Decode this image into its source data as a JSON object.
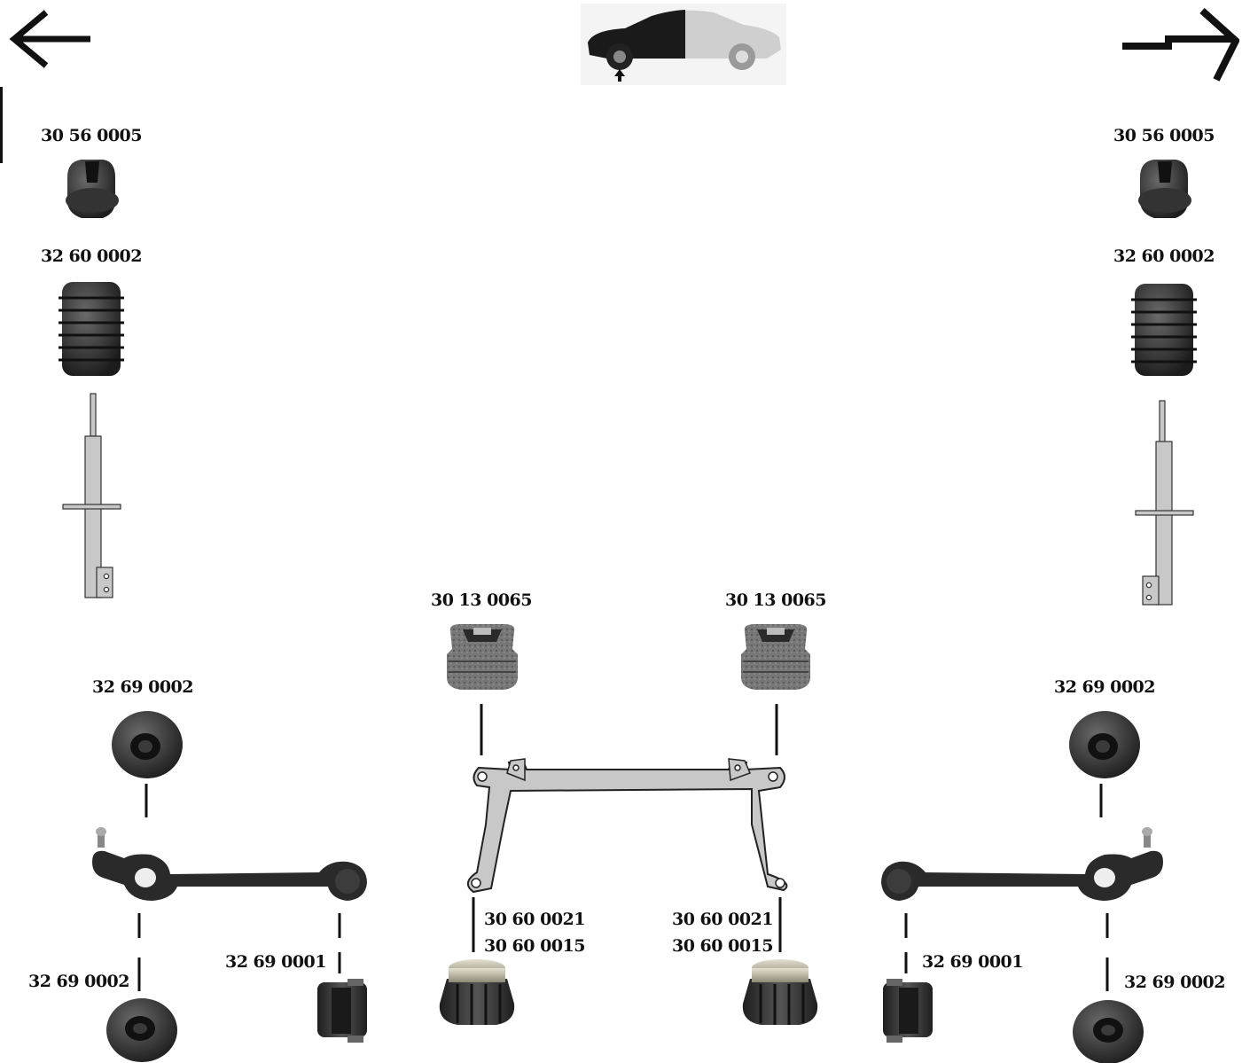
{
  "navigation": {
    "back_icon": "arrow-left-icon",
    "forward_icon": "arrow-right-icon",
    "view_icon": "car-front-axle-icon"
  },
  "parts": {
    "top_mount_left": "30 56 0005",
    "top_mount_right": "30 56 0005",
    "boot_left": "32 60 0002",
    "boot_right": "32 60 0002",
    "subframe_mount_top_left": "30 13 0065",
    "subframe_mount_top_right": "30 13 0065",
    "arm_bush_top_left": "32 69 0002",
    "arm_bush_top_right": "32 69 0002",
    "arm_bush_bottom_left": "32 69 0002",
    "arm_bush_bottom_right": "32 69 0002",
    "arm_rear_bush_left": "32 69 0001",
    "arm_rear_bush_right": "32 69 0001",
    "subframe_mount_bottom_left_a": "30 60 0021",
    "subframe_mount_bottom_left_b": "30 60 0015",
    "subframe_mount_bottom_right_a": "30 60 0021",
    "subframe_mount_bottom_right_b": "30 60 0015"
  },
  "colors": {
    "rubber": "#2b2b2b",
    "metal_gray": "#c8c8c8",
    "outline": "#222222"
  }
}
